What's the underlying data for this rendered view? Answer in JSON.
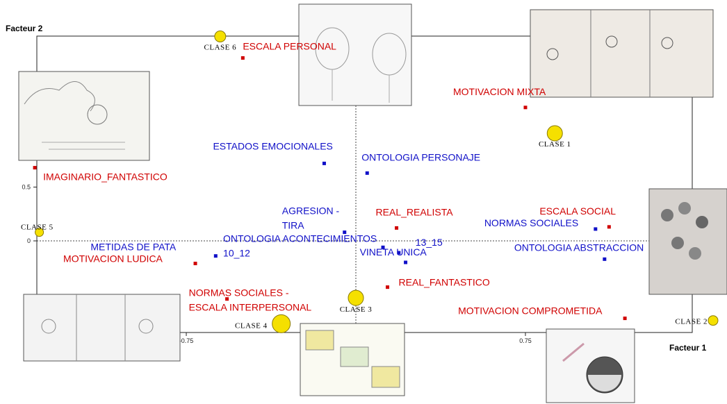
{
  "chart_data": {
    "type": "scatter",
    "xlabel": "Facteur 1",
    "ylabel": "Facteur 2",
    "xticks": [
      -0.75,
      0.75
    ],
    "yticks": [
      0.5,
      0
    ],
    "grid": false,
    "colors": {
      "modality": "#d00000",
      "variable": "#1010c8",
      "clase": "#f5e000"
    },
    "modalities": [
      {
        "label": "ESCALA PERSONAL",
        "x": -0.5,
        "y": 1.7
      },
      {
        "label": "MOTIVACION MIXTA",
        "x": 0.75,
        "y": 1.24
      },
      {
        "label": "IMAGINARIO_FANTASTICO",
        "x": -1.42,
        "y": 0.68
      },
      {
        "label": "REAL_REALISTA",
        "x": 0.18,
        "y": 0.12
      },
      {
        "label": "ESCALA SOCIAL",
        "x": 1.12,
        "y": 0.13
      },
      {
        "label": "MOTIVACION LUDICA",
        "x": -0.71,
        "y": -0.21
      },
      {
        "label": "NORMAS SOCIALES -\nESCALA INTERPERSONAL",
        "x": -0.57,
        "y": -0.54
      },
      {
        "label": "REAL_FANTASTICO",
        "x": 0.14,
        "y": -0.43
      },
      {
        "label": "MOTIVACION COMPROMETIDA",
        "x": 1.19,
        "y": -0.72
      }
    ],
    "variables": [
      {
        "label": "ESTADOS EMOCIONALES",
        "x": -0.14,
        "y": 0.72
      },
      {
        "label": "ONTOLOGIA PERSONAJE",
        "x": 0.05,
        "y": 0.63
      },
      {
        "label": "AGRESION -\nTIRA",
        "x": -0.05,
        "y": 0.08
      },
      {
        "label": "NORMAS SOCIALES",
        "x": 1.06,
        "y": 0.11
      },
      {
        "label": "METIDAS DE PATA",
        "x": -0.62,
        "y": -0.14
      },
      {
        "label": "ONTOLOGIA ACONTECIMIENTOS\n10_12",
        "x": 0.12,
        "y": -0.06
      },
      {
        "label": "13_15",
        "x": 0.19,
        "y": -0.11
      },
      {
        "label": "VINETA UNICA",
        "x": 0.22,
        "y": -0.2
      },
      {
        "label": "ONTOLOGIA ABSTRACCION",
        "x": 1.1,
        "y": -0.17
      }
    ],
    "classes": [
      {
        "label": "CLASE 6",
        "x": -0.6,
        "y": 1.9
      },
      {
        "label": "CLASE 1",
        "x": 0.88,
        "y": 1.0
      },
      {
        "label": "CLASE 5",
        "x": -1.4,
        "y": 0.08
      },
      {
        "label": "CLASE 4",
        "x": -0.33,
        "y": -0.77
      },
      {
        "label": "CLASE 3",
        "x": 0.0,
        "y": -0.53
      },
      {
        "label": "CLASE 2",
        "x": 1.58,
        "y": -0.74
      }
    ]
  }
}
